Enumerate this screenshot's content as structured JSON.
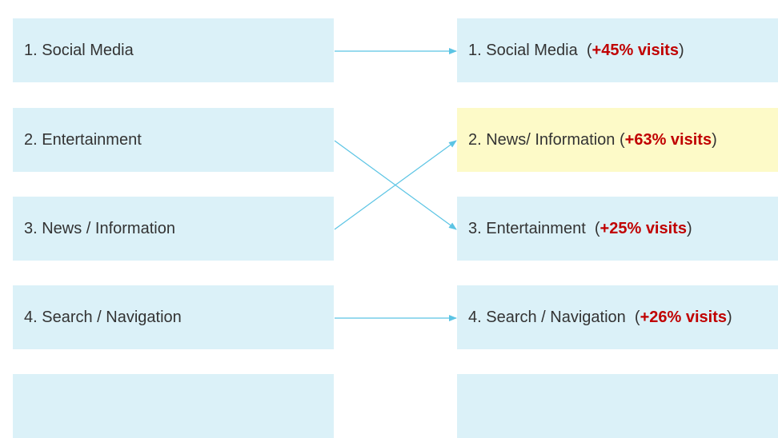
{
  "colors": {
    "box_fill": "#dbf1f8",
    "highlight_fill": "#fdfac8",
    "gain_text": "#c00000",
    "arrow": "#5bc4e4"
  },
  "left_column": [
    {
      "label": "1. Social Media"
    },
    {
      "label": "2. Entertainment"
    },
    {
      "label": "3. News / Information"
    },
    {
      "label": "4. Search / Navigation"
    },
    {
      "label": ""
    }
  ],
  "right_column": [
    {
      "label": "1. Social Media",
      "open": "(",
      "gain": "+45% visits",
      "close": ")"
    },
    {
      "label": "2. News/ Information",
      "open": "(",
      "gain": "+63% visits",
      "close": ")"
    },
    {
      "label": "3. Entertainment",
      "open": "(",
      "gain": "+25% visits",
      "close": ")"
    },
    {
      "label": "4. Search / Navigation",
      "open": "(",
      "gain": "+26% visits",
      "close": ")"
    },
    {
      "label": "",
      "open": "",
      "gain": "",
      "close": ""
    }
  ]
}
